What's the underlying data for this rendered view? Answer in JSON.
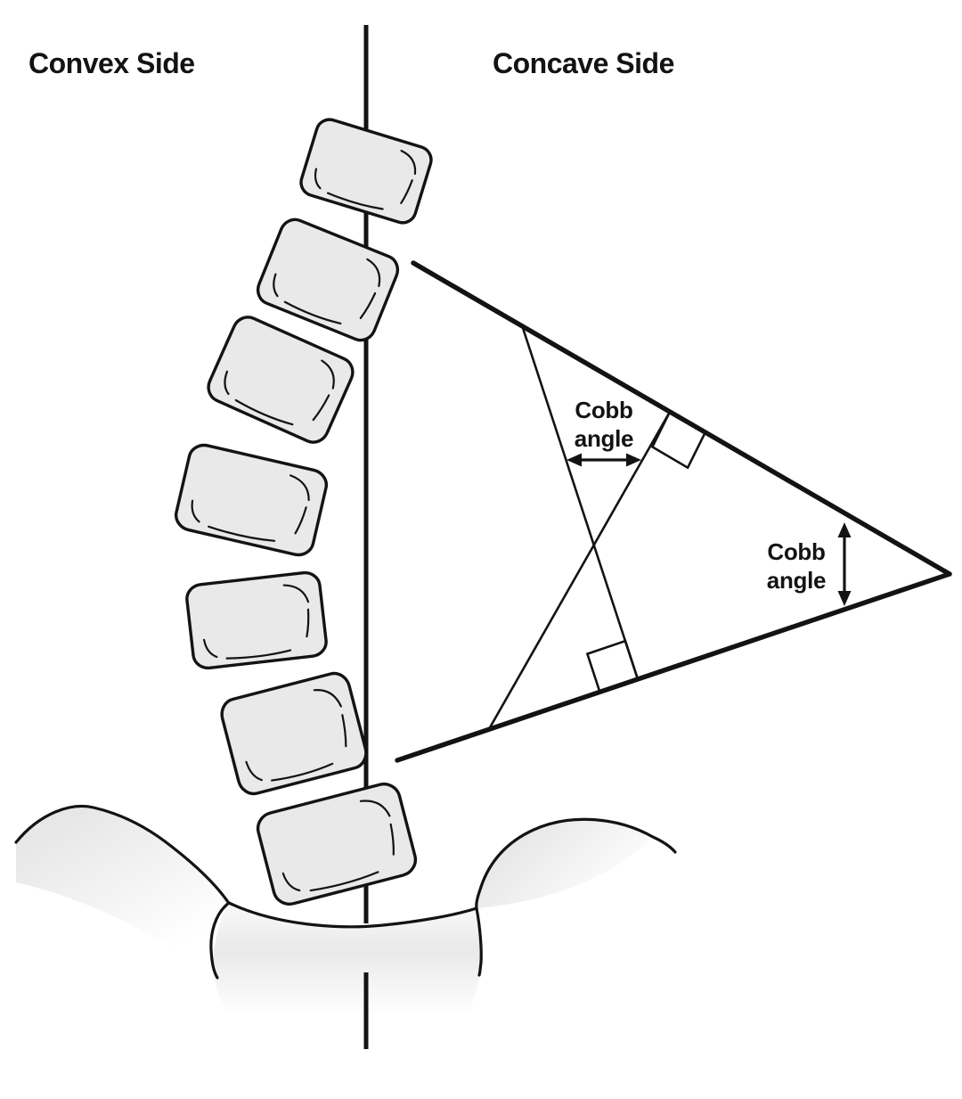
{
  "diagram": {
    "left_heading": "Convex Side",
    "right_heading": "Concave Side",
    "upper_cobb_label": {
      "line1": "Cobb",
      "line2": "angle"
    },
    "apex_cobb_label": {
      "line1": "Cobb",
      "line2": "angle"
    },
    "vertebrae_count": 7
  },
  "colors": {
    "line": "#131313",
    "vertebra_fill": "#e9e9e9",
    "shading": "#e9e9e9",
    "background": "#ffffff"
  }
}
